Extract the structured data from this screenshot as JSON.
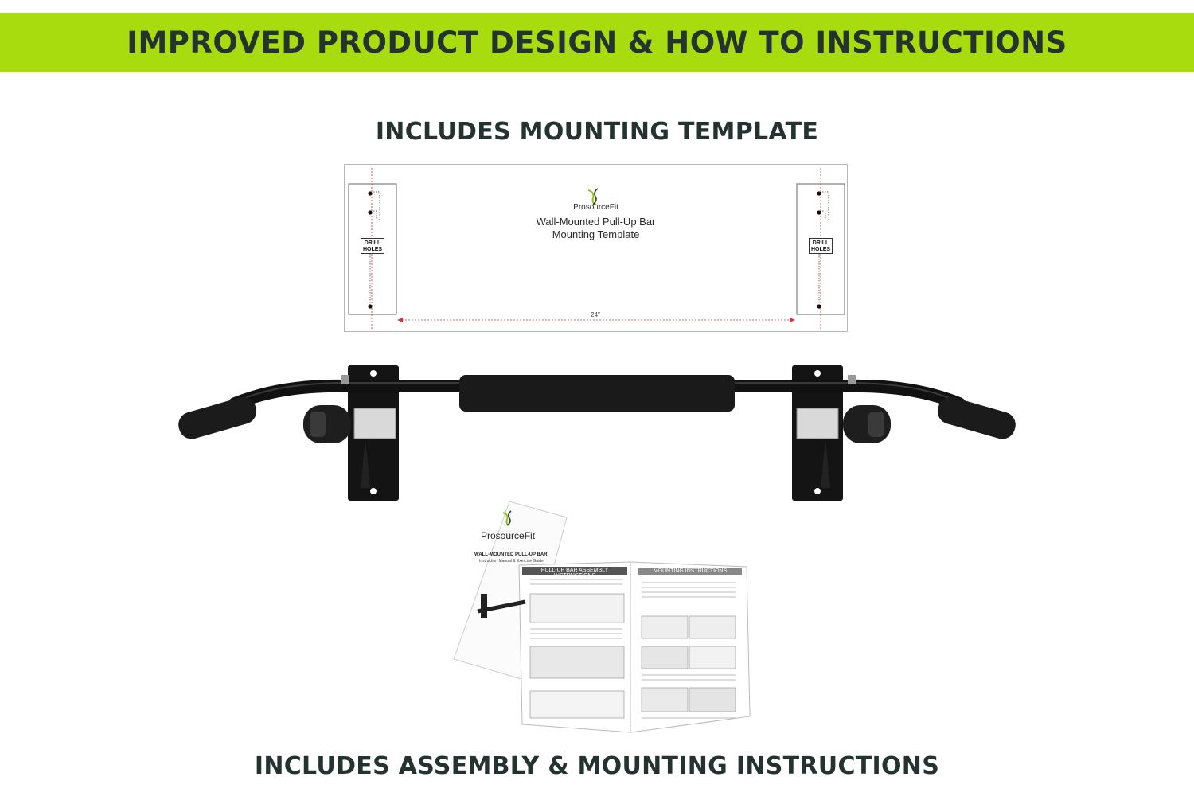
{
  "banner": {
    "title": "IMPROVED PRODUCT DESIGN & HOW TO INSTRUCTIONS"
  },
  "headings": {
    "template": "INCLUDES MOUNTING TEMPLATE",
    "instructions": "INCLUDES ASSEMBLY & MOUNTING INSTRUCTIONS"
  },
  "template": {
    "brand": "ProsourceFit",
    "title_line1": "Wall-Mounted Pull-Up Bar",
    "title_line2": "Mounting Template",
    "drill_label_line1": "DRILL",
    "drill_label_line2": "HOLES",
    "dimension": "24\""
  },
  "manual": {
    "cover_brand": "ProsourceFit",
    "cover_title": "WALL-MOUNTED PULL-UP BAR",
    "cover_subtitle": "Instruction Manual & Exercise Guide",
    "left_page_heading": "PULL-UP BAR ASSEMBLY INSTRUCTIONS",
    "right_page_heading": "MOUNTING INSTRUCTIONS"
  },
  "colors": {
    "banner": "#a9dc0e",
    "heading_text": "#243330",
    "accent_green": "#a9dc0e",
    "dimension_line": "#e0303a"
  }
}
